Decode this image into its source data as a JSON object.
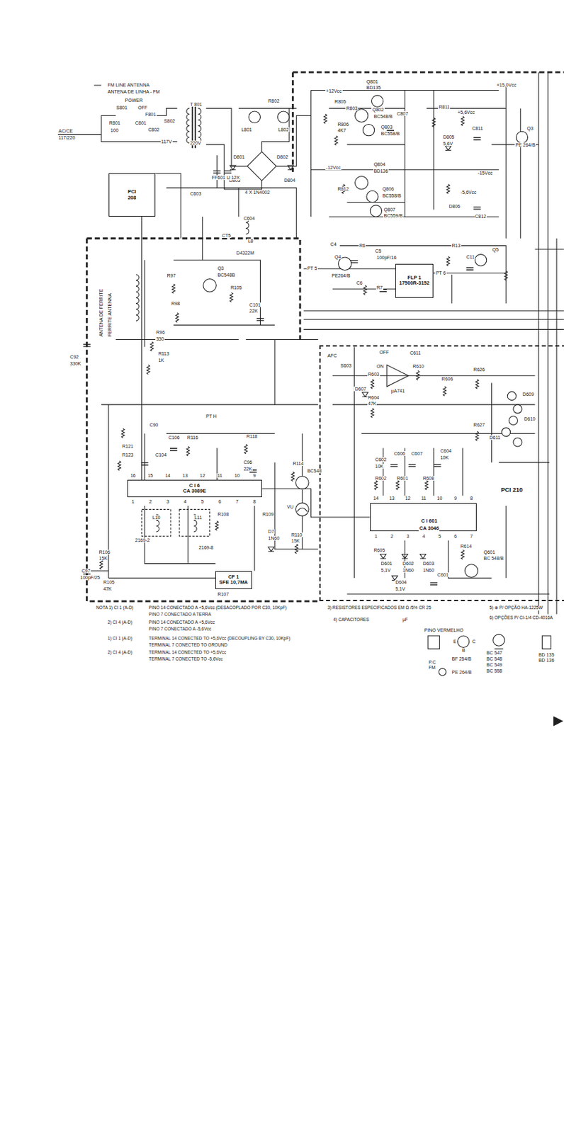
{
  "diagram": {
    "nodes": [
      {
        "text": [
          "PCI",
          "208"
        ]
      },
      {
        "text": [
          "FLP 1",
          "17500R-3152"
        ]
      },
      {
        "text": [
          "PCI 210"
        ]
      },
      {
        "text": [
          "C I 601",
          "CA 3046"
        ],
        "in": 2
      },
      {
        "text": [
          "C I 6",
          "CA 3089E"
        ]
      },
      {
        "text": [
          "CF 1",
          "SFE 10,7MA"
        ]
      }
    ],
    "edges": [
      {
        "from": 0,
        "to": 4,
        "arrow": "none"
      },
      {
        "from": 4,
        "to": 3,
        "arrow": "none"
      }
    ],
    "labels": [
      "FM LINE ANTENNA",
      "ANTENA DE LINHA - FM",
      "POWER",
      "S801",
      "OFF",
      "F801",
      "R801",
      "C801",
      "100",
      "AC/CE",
      "117/220",
      "C802",
      "T 801",
      "S802",
      "117V",
      "220V",
      "R802",
      "L801",
      "L802",
      "D801",
      "D802",
      "D803",
      "D804",
      "4 X 1N4002",
      "+12Vcc",
      "R805",
      "Q801",
      "BD135",
      "R803",
      "Q802",
      "BC548/B",
      "Q803",
      "BC558/B",
      "R806",
      "4K7",
      "C807",
      "+15,0Vcc",
      "+5,6Vcc",
      "R811",
      "D805",
      "5,6V",
      "C811",
      "Q3",
      "PE 264/B",
      "-12Vcc",
      "Q804",
      "BD136",
      "R812",
      "Q806",
      "BC558/B",
      "Q807",
      "BC559/B",
      "-15Vcc",
      "-5,6Vcc",
      "D806",
      "C812",
      "FF601 U 12X",
      "C603",
      "C604",
      "L8",
      "D4322M",
      "CT5",
      "Q3",
      "BC548B",
      "R105",
      "R97",
      "R98",
      "C101",
      "22K",
      "C92",
      "330K",
      "R96",
      "330",
      "R113",
      "1K",
      "ANTENA DE FERRITE",
      "FERRITE ANTENNA",
      "PT 5",
      "PT 6",
      "R6",
      "C5",
      "100pF/16",
      "R13",
      "Q4",
      "PE264/B",
      "C4",
      "C6",
      "R7",
      "C11",
      "Q5",
      "PT H",
      "C90",
      "R121",
      "R123",
      "C104",
      "R116",
      "C106",
      "R118",
      "C96",
      "22K",
      "R114",
      "BC548",
      "R108",
      "R109",
      "R110",
      "15K",
      "D7",
      "1N60",
      "VU",
      "R107",
      "L10",
      "L11",
      "2169-2",
      "2169-8",
      "C97",
      "100pF/25",
      "R106",
      "15K",
      "R105",
      "47K",
      "16",
      "15",
      "14",
      "13",
      "12",
      "11",
      "10",
      "9",
      "1",
      "2",
      "3",
      "4",
      "5",
      "6",
      "7",
      "8",
      "AFC",
      "OFF",
      "ON",
      "S603",
      "C611",
      "R610",
      "R603",
      "R604",
      "47K",
      "D607",
      "µA741",
      "R606",
      "D609",
      "D610",
      "D611",
      "R626",
      "R627",
      "C606",
      "C607",
      "C604",
      "10K",
      "C602",
      "10K",
      "R602",
      "R601",
      "R608",
      "14",
      "13",
      "12",
      "11",
      "10",
      "9",
      "8",
      "1",
      "2",
      "3",
      "4",
      "5",
      "6",
      "7",
      "R605",
      "D601",
      "5,1V",
      "D602",
      "1N60",
      "D603",
      "1N60",
      "R614",
      "C601",
      "Q601",
      "BC 548/B",
      "D604",
      "5,1V",
      "NOTA 1) CI 1 (A-D)",
      "PINO 14 CONECTADO A +5,6Vcc (DESACOPLADO POR C30, 10KpF)",
      "PINO 7 CONECTADO A TERRA",
      "2) CI 4 (A-D)",
      "PINO 14 CONECTADO A +5,6Vcc",
      "PINO 7 CONECTADO A -5,6Vcc",
      "1) CI 1 (A-D)",
      "TERMINAL 14 CONECTED TO +5,6Vcc (DECOUPLING BY C30, 10KpF)",
      "TERMINAL 7 CONECTED TO GROUND",
      "2) CI 4 (A-D)",
      "TERMINAL 14 CONECTED TO +5,6Vcc",
      "TERMINAL 7 CONECTED TO -5,6Vcc",
      "3) RESISTORES ESPECIFICADOS EM Ω /5% CR 25",
      "4) CAPACITORES",
      "µF",
      "5) ⊕ P/ OPÇÃO HA-1225W",
      "6) OPÇÕES P/ CI-1/4 CD-4016A",
      "PINO VERMELHO",
      "P.C",
      "FM",
      "E",
      "B",
      "C",
      "BF 254/B",
      "PE 264/B",
      "BC 547",
      "BC 548",
      "BC 549",
      "BC 558",
      "BD 135",
      "BD 136"
    ]
  }
}
